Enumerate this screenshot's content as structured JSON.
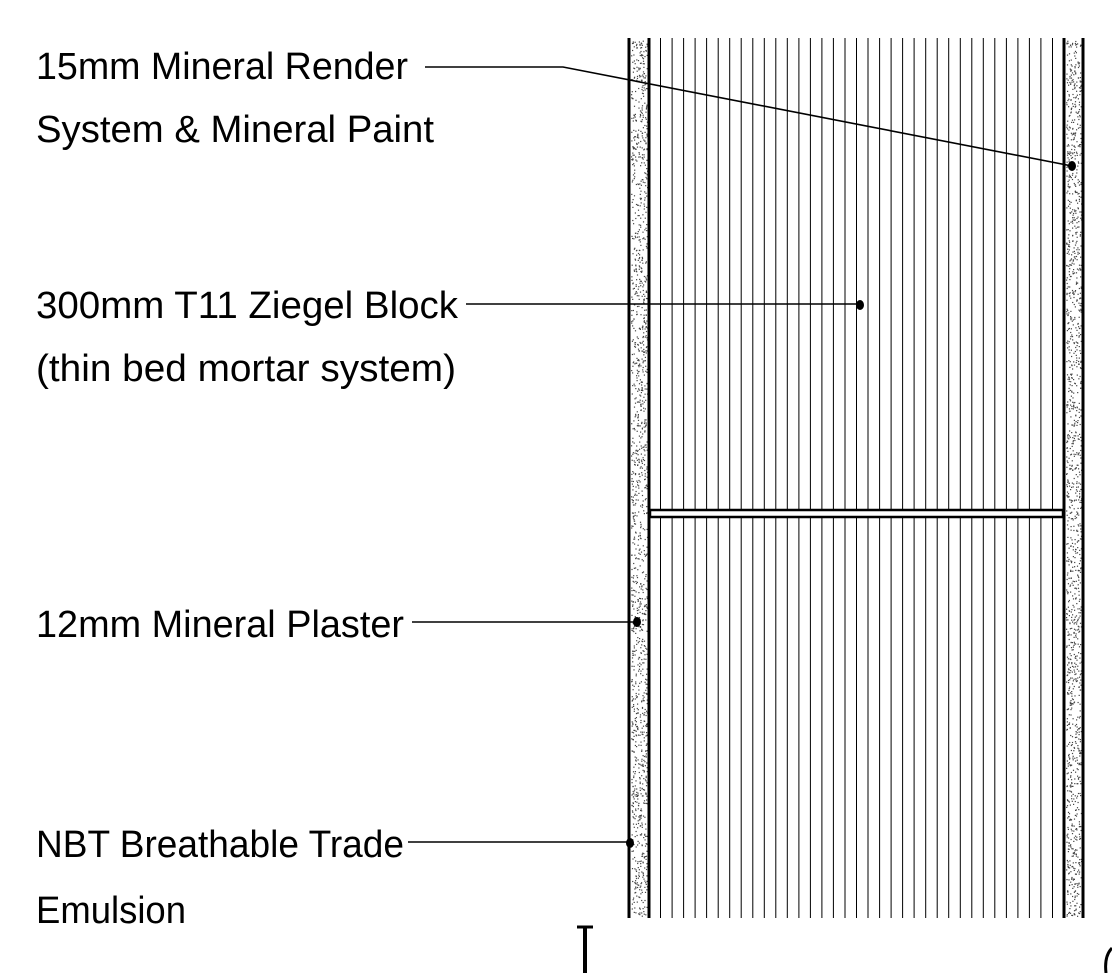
{
  "labels": {
    "render": {
      "line1": "15mm Mineral Render",
      "line2": "System & Mineral Paint"
    },
    "block": {
      "line1": "300mm T11 Ziegel  Block",
      "line2": "(thin bed mortar system)"
    },
    "plaster": {
      "line1": "12mm Mineral Plaster"
    },
    "emulsion": {
      "line1": "NBT Breathable Trade",
      "line2": "Emulsion"
    }
  },
  "colors": {
    "line": "#000000",
    "background": "#ffffff",
    "stipple": "#444444"
  }
}
